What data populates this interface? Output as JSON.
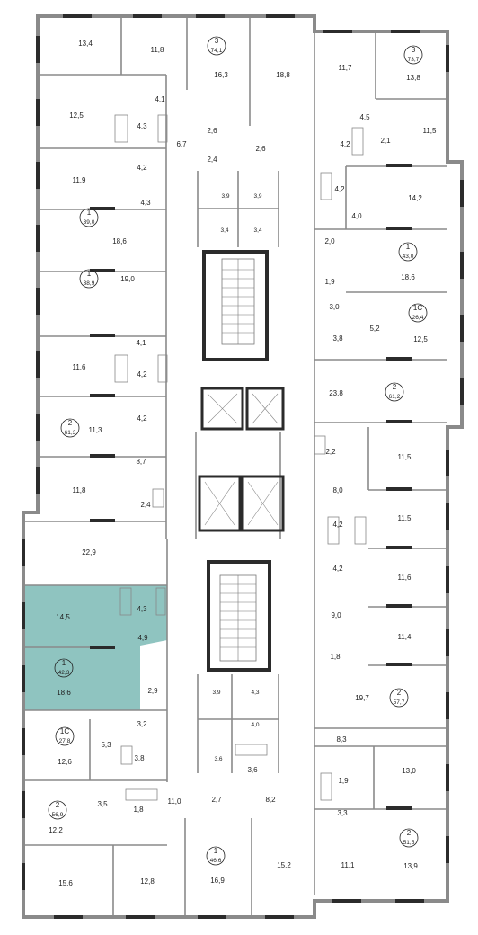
{
  "plan": {
    "highlight_color": "#8fc4c0",
    "wall_color": "#8a8a8a",
    "apartments": [
      {
        "id": "apt-42-3",
        "rooms": "1",
        "area": "42,3",
        "highlighted": true
      },
      {
        "id": "apt-74-1",
        "rooms": "3",
        "area": "74,1"
      },
      {
        "id": "apt-73-7",
        "rooms": "3",
        "area": "73,7"
      },
      {
        "id": "apt-39-0",
        "rooms": "1",
        "area": "39,0"
      },
      {
        "id": "apt-43-0",
        "rooms": "1",
        "area": "43,0"
      },
      {
        "id": "apt-38-9",
        "rooms": "1",
        "area": "38,9"
      },
      {
        "id": "apt-26-4",
        "rooms": "1С",
        "area": "26,4"
      },
      {
        "id": "apt-61-3",
        "rooms": "2",
        "area": "61,3"
      },
      {
        "id": "apt-61-2",
        "rooms": "2",
        "area": "61,2"
      },
      {
        "id": "apt-57-7",
        "rooms": "2",
        "area": "57,7"
      },
      {
        "id": "apt-27-8",
        "rooms": "1С",
        "area": "27,8"
      },
      {
        "id": "apt-56-9",
        "rooms": "2",
        "area": "56,9"
      },
      {
        "id": "apt-46-6",
        "rooms": "1",
        "area": "46,6"
      },
      {
        "id": "apt-51-5",
        "rooms": "2",
        "area": "51,5"
      }
    ],
    "room_areas": [
      "13,4",
      "11,8",
      "16,3",
      "18,8",
      "11,7",
      "13,8",
      "12,5",
      "4,1",
      "4,3",
      "6,7",
      "2,6",
      "2,6",
      "4,5",
      "4,2",
      "2,1",
      "11,5",
      "2,4",
      "4,2",
      "11,9",
      "4,3",
      "3,9",
      "3,9",
      "4,2",
      "14,2",
      "3,4",
      "3,4",
      "4,0",
      "2,0",
      "18,6",
      "18,6",
      "1,9",
      "19,0",
      "3,0",
      "5,2",
      "12,5",
      "3,8",
      "4,1",
      "11,6",
      "4,2",
      "23,8",
      "4,2",
      "11,3",
      "2,2",
      "11,5",
      "8,7",
      "8,0",
      "11,8",
      "2,4",
      "4,2",
      "11,5",
      "22,9",
      "4,2",
      "11,6",
      "14,5",
      "4,3",
      "9,0",
      "4,9",
      "11,4",
      "18,6",
      "1,8",
      "2,9",
      "3,9",
      "4,3",
      "19,7",
      "4,0",
      "3,2",
      "8,3",
      "5,3",
      "12,6",
      "3,8",
      "3,6",
      "3,6",
      "1,9",
      "13,0",
      "11,0",
      "3,5",
      "1,8",
      "3,3",
      "12,2",
      "2,7",
      "8,2",
      "15,6",
      "12,8",
      "16,9",
      "15,2",
      "11,1",
      "13,9"
    ]
  }
}
